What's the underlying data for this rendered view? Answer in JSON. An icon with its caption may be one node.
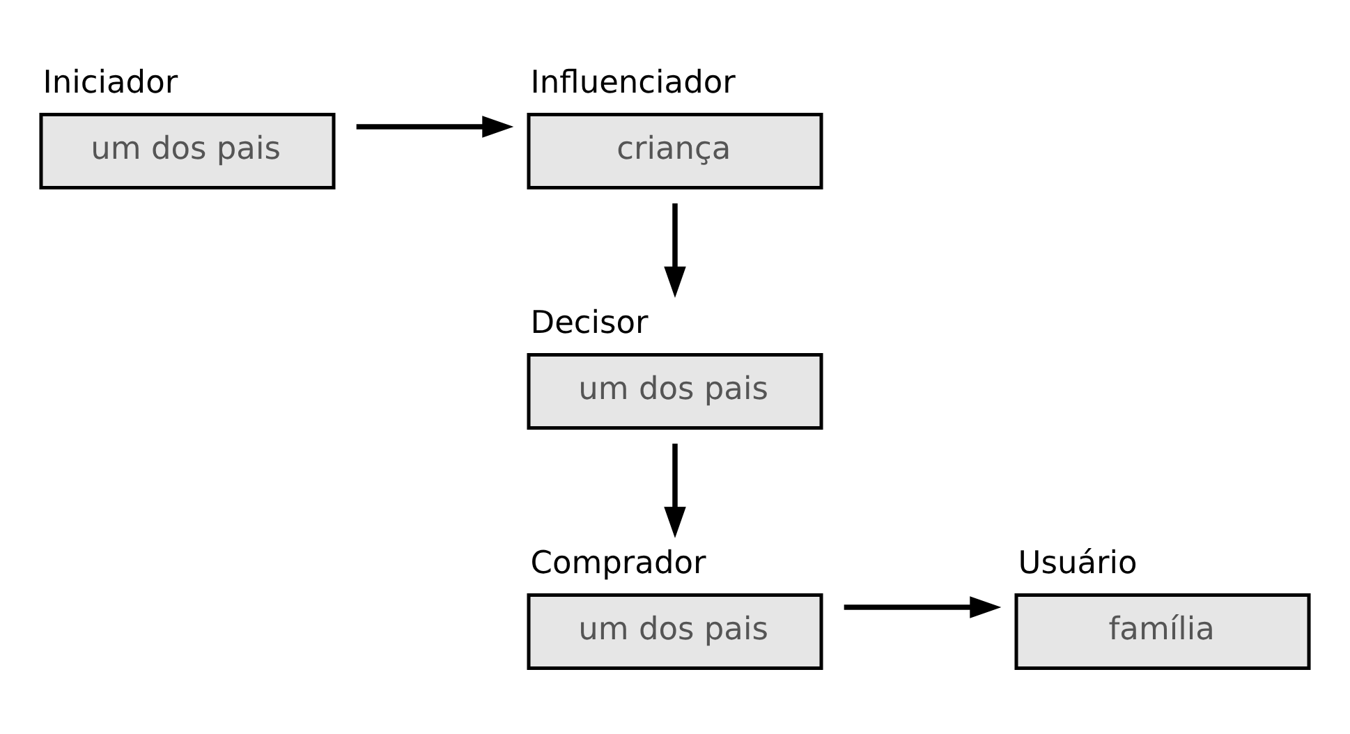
{
  "diagram": {
    "nodes": [
      {
        "text": [
          "Iniciador",
          "um dos pais"
        ]
      },
      {
        "text": [
          "Influenciador",
          "criança"
        ]
      },
      {
        "text": [
          "Decisor",
          "um dos pais"
        ]
      },
      {
        "text": [
          "Comprador",
          "um dos pais"
        ]
      },
      {
        "text": [
          "Usuário",
          "família"
        ]
      }
    ],
    "edges": [
      {
        "from": 0,
        "to": 1,
        "arrow": "to"
      },
      {
        "from": 1,
        "to": 2,
        "arrow": "to"
      },
      {
        "from": 2,
        "to": 3,
        "arrow": "to"
      },
      {
        "from": 3,
        "to": 4,
        "arrow": "to"
      }
    ]
  }
}
